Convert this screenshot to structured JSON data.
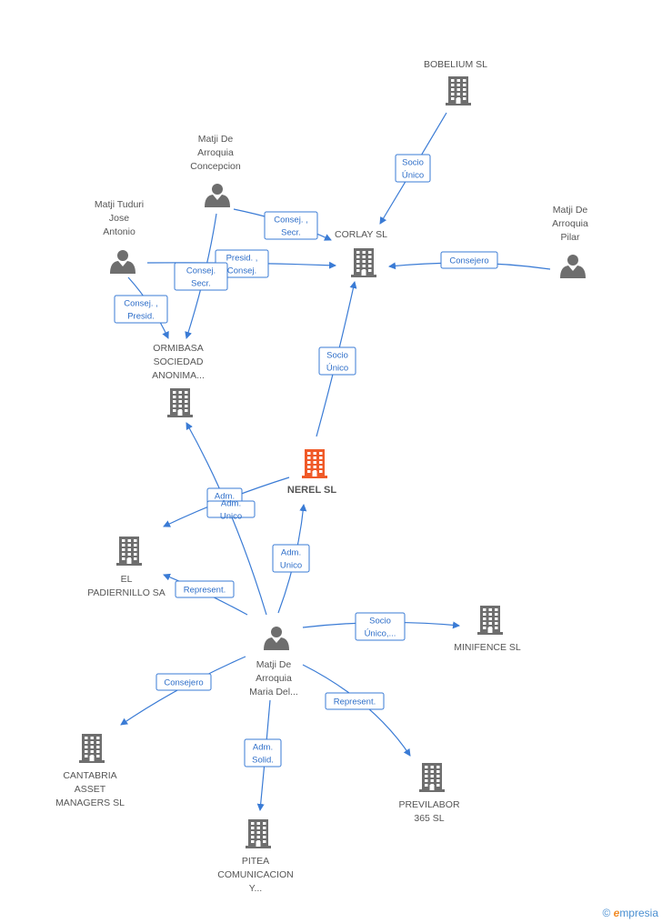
{
  "nodes": [
    {
      "id": "bobelium",
      "type": "company",
      "lines": [
        "BOBELIUM SL"
      ],
      "main": false
    },
    {
      "id": "corlay",
      "type": "company",
      "lines": [
        "CORLAY SL"
      ],
      "main": false
    },
    {
      "id": "ormibasa",
      "type": "company",
      "lines": [
        "ORMIBASA",
        "SOCIEDAD",
        "ANONIMA..."
      ],
      "main": false
    },
    {
      "id": "nerel",
      "type": "company",
      "lines": [
        "NEREL SL"
      ],
      "main": true
    },
    {
      "id": "padiernillo",
      "type": "company",
      "lines": [
        "EL",
        "PADIERNILLO SA"
      ],
      "main": false
    },
    {
      "id": "minifence",
      "type": "company",
      "lines": [
        "MINIFENCE SL"
      ],
      "main": false
    },
    {
      "id": "cantabria",
      "type": "company",
      "lines": [
        "CANTABRIA",
        "ASSET",
        "MANAGERS SL"
      ],
      "main": false
    },
    {
      "id": "previlabor",
      "type": "company",
      "lines": [
        "PREVILABOR",
        "365 SL"
      ],
      "main": false
    },
    {
      "id": "pitea",
      "type": "company",
      "lines": [
        "PITEA",
        "COMUNICACION",
        "Y..."
      ],
      "main": false
    },
    {
      "id": "concepcion",
      "type": "person",
      "lines": [
        "Matji De",
        "Arroquia",
        "Concepcion"
      ],
      "main": false
    },
    {
      "id": "tuduri",
      "type": "person",
      "lines": [
        "Matji Tuduri",
        "Jose",
        "Antonio"
      ],
      "main": false
    },
    {
      "id": "pilar",
      "type": "person",
      "lines": [
        "Matji De",
        "Arroquia",
        "Pilar"
      ],
      "main": false
    },
    {
      "id": "mariadel",
      "type": "person",
      "lines": [
        "Matji De",
        "Arroquia",
        "Maria Del..."
      ],
      "main": false
    }
  ],
  "edges": [
    {
      "id": "bobelium-corlay",
      "lines": [
        "Socio",
        "Único"
      ]
    },
    {
      "id": "concepcion-corlay",
      "lines": [
        "Consej. ,",
        "Secr."
      ]
    },
    {
      "id": "tuduri-corlay",
      "lines": [
        "Presid. ,",
        "Consej."
      ]
    },
    {
      "id": "concepcion-ormibasa",
      "lines": [
        "Consej.",
        "Secr."
      ]
    },
    {
      "id": "pilar-corlay",
      "lines": [
        "Consejero"
      ]
    },
    {
      "id": "tuduri-ormibasa",
      "lines": [
        "Consej. ,",
        "Presid."
      ]
    },
    {
      "id": "nerel-corlay",
      "lines": [
        "Socio",
        "Único"
      ]
    },
    {
      "id": "mariadel-ormibasa",
      "lines": [
        "Adm.",
        "Unico"
      ]
    },
    {
      "id": "nerel-padiernillo",
      "lines": [
        "Adm.",
        "Unico"
      ]
    },
    {
      "id": "mariadel-nerel",
      "lines": [
        "Adm.",
        "Unico"
      ]
    },
    {
      "id": "mariadel-padiernillo",
      "lines": [
        "Represent."
      ]
    },
    {
      "id": "mariadel-minifence",
      "lines": [
        "Socio",
        "Único,..."
      ]
    },
    {
      "id": "mariadel-cantabria",
      "lines": [
        "Consejero"
      ]
    },
    {
      "id": "mariadel-previlabor",
      "lines": [
        "Represent."
      ]
    },
    {
      "id": "mariadel-pitea",
      "lines": [
        "Adm.",
        "Solid."
      ]
    }
  ],
  "colors": {
    "edge": "#3a7bd5",
    "edge_text": "#2f6fc9",
    "node_icon": "#6e6e6e",
    "main_icon": "#f05a28",
    "label": "#555555"
  },
  "copyright": {
    "symbol": "©",
    "brand_initial": "e",
    "brand_rest": "mpresia"
  }
}
